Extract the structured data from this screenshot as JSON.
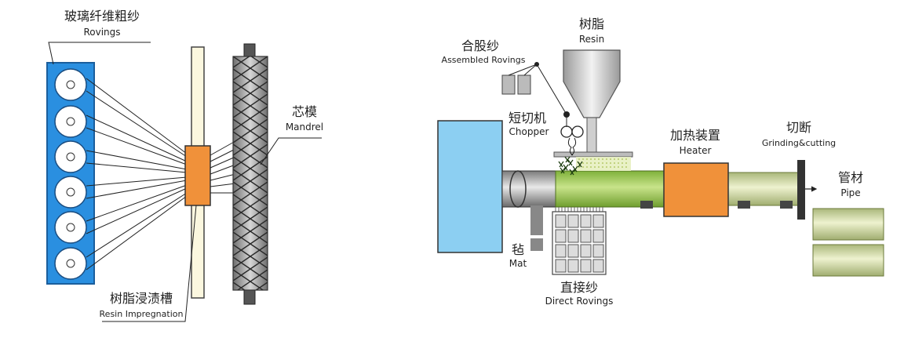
{
  "left_diagram": {
    "rovings": {
      "zh": "玻璃纤维粗纱",
      "en": "Rovings"
    },
    "mandrel": {
      "zh": "芯模",
      "en": "Mandrel"
    },
    "resin_impregnation": {
      "zh": "树脂浸渍槽",
      "en": "Resin Impregnation"
    }
  },
  "right_diagram": {
    "resin": {
      "zh": "树脂",
      "en": "Resin"
    },
    "assembled_rovings": {
      "zh": "合股纱",
      "en": "Assembled Rovings"
    },
    "chopper": {
      "zh": "短切机",
      "en": "Chopper"
    },
    "heater": {
      "zh": "加热装置",
      "en": "Heater"
    },
    "cutting": {
      "zh": "切断",
      "en": "Grinding&cutting"
    },
    "pipe": {
      "zh": "管材",
      "en": "Pipe"
    },
    "mat": {
      "zh": "毡",
      "en": "Mat"
    },
    "direct_rovings": {
      "zh": "直接纱",
      "en": "Direct Rovings"
    }
  },
  "colors": {
    "creel_blue": "#2a8fe0",
    "machine_blue": "#8ccff2",
    "impregnation_orange": "#f0913a",
    "pipe_green": "#9cc94f",
    "pipe_pale": "#dde8b0",
    "mandrel_grey": "#8a8a8a",
    "hopper_grey": "#d0d0d0"
  }
}
